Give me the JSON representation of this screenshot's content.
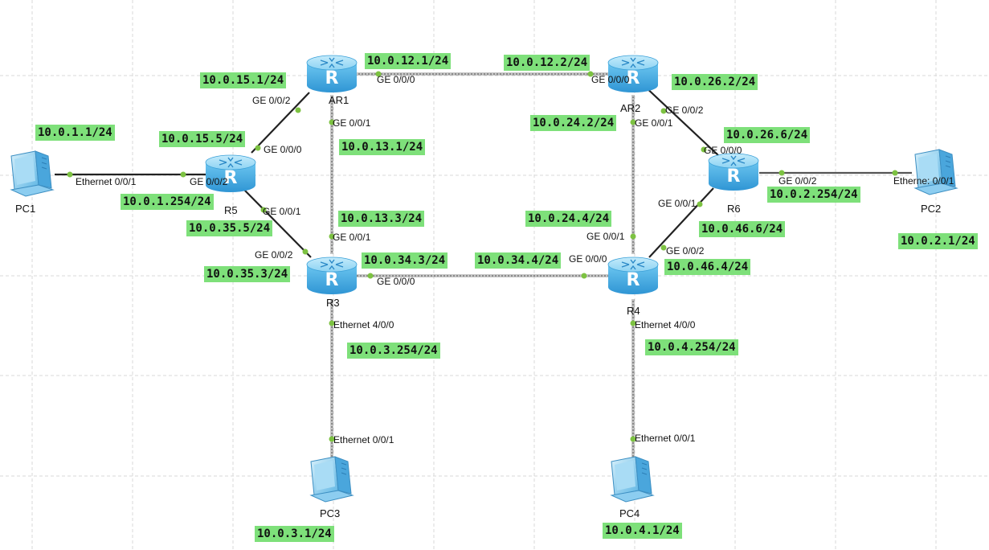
{
  "colors": {
    "label_bg": "#7ee07a",
    "port_dot": "#7dc242",
    "link_dark": "#222222",
    "link_gray": "#8c8c8c",
    "router_body": "#4fb3e8",
    "router_top": "#9fd9f5"
  },
  "devices": {
    "ar1": {
      "name": "AR1",
      "icon": "router-icon"
    },
    "ar2": {
      "name": "AR2",
      "icon": "router-icon"
    },
    "r3": {
      "name": "R3",
      "icon": "router-icon"
    },
    "r4": {
      "name": "R4",
      "icon": "router-icon"
    },
    "r5": {
      "name": "R5",
      "icon": "router-icon"
    },
    "r6": {
      "name": "R6",
      "icon": "router-icon"
    },
    "pc1": {
      "name": "PC1",
      "icon": "pc-icon"
    },
    "pc2": {
      "name": "PC2",
      "icon": "pc-icon"
    },
    "pc3": {
      "name": "PC3",
      "icon": "pc-icon"
    },
    "pc4": {
      "name": "PC4",
      "icon": "pc-icon"
    }
  },
  "ports": {
    "ar1_g000": "GE 0/0/0",
    "ar1_g002": "GE 0/0/2",
    "ar1_g001": "GE 0/0/1",
    "ar2_g000": "GE 0/0/0",
    "ar2_g002": "GE 0/0/2",
    "ar2_g001": "GE 0/0/1",
    "r5_g000": "GE 0/0/0",
    "r5_g002": "GE 0/0/2",
    "r5_g001": "GE 0/0/1",
    "r3_g001": "GE 0/0/1",
    "r3_g002": "GE 0/0/2",
    "r3_g000": "GE 0/0/0",
    "r3_e400": "Ethernet 4/0/0",
    "r4_g001": "GE 0/0/1",
    "r4_g000": "GE 0/0/0",
    "r4_g002": "GE 0/0/2",
    "r4_e400": "Ethernet 4/0/0",
    "r6_g000": "GE 0/0/0",
    "r6_g001": "GE 0/0/1",
    "r6_g002": "GE 0/0/2",
    "pc1_e001": "Ethernet 0/0/1",
    "pc2_e001": "Etherne: 0/0/1",
    "pc3_e001": "Ethernet 0/0/1",
    "pc4_e001": "Ethernet 0/0/1"
  },
  "ip_labels": {
    "pc1": "10.0.1.1/24",
    "r5_g002": "10.0.1.254/24",
    "r5_g000": "10.0.15.5/24",
    "ar1_g002": "10.0.15.1/24",
    "r5_g001": "10.0.35.5/24",
    "r3_g002": "10.0.35.3/24",
    "ar1_g000": "10.0.12.1/24",
    "ar2_g000": "10.0.12.2/24",
    "ar1_g001": "10.0.13.1/24",
    "r3_g001": "10.0.13.3/24",
    "r3_g000": "10.0.34.3/24",
    "r4_g000": "10.0.34.4/24",
    "ar2_g001": "10.0.24.2/24",
    "r4_g001": "10.0.24.4/24",
    "ar2_g002": "10.0.26.2/24",
    "r6_g000": "10.0.26.6/24",
    "r6_g002": "10.0.2.254/24",
    "r6_g001": "10.0.46.6/24",
    "r4_g002": "10.0.46.4/24",
    "pc2": "10.0.2.1/24",
    "r3_e400": "10.0.3.254/24",
    "r4_e400": "10.0.4.254/24",
    "pc3": "10.0.3.1/24",
    "pc4": "10.0.4.1/24"
  }
}
